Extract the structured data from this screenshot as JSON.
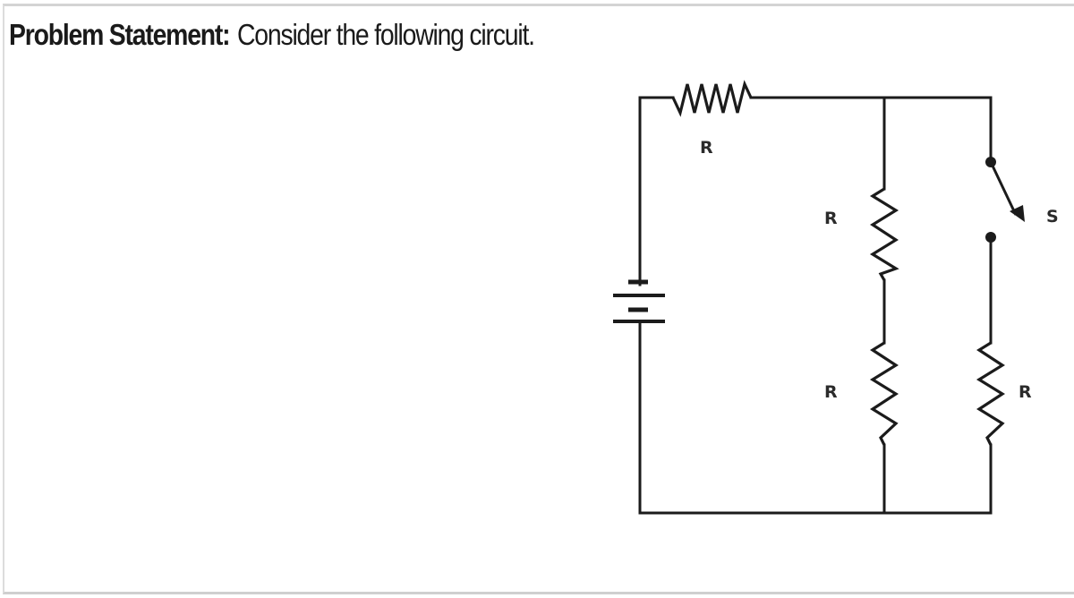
{
  "problem": {
    "label": "Problem Statement:",
    "text": "Consider the following circuit."
  },
  "circuit": {
    "components": [
      {
        "id": "R1",
        "type": "resistor",
        "label": "R",
        "location": "top wire, series with battery"
      },
      {
        "id": "R2",
        "type": "resistor",
        "label": "R",
        "location": "middle branch, upper"
      },
      {
        "id": "R3",
        "type": "resistor",
        "label": "R",
        "location": "middle branch, lower"
      },
      {
        "id": "R4",
        "type": "resistor",
        "label": "R",
        "location": "right branch, below switch"
      },
      {
        "id": "S",
        "type": "switch",
        "label": "S",
        "state": "open",
        "location": "right branch, upper"
      },
      {
        "id": "B",
        "type": "battery",
        "label": "",
        "location": "left wire"
      }
    ],
    "labels": {
      "r_top": "R",
      "r_mid_upper": "R",
      "r_mid_lower": "R",
      "r_right": "R",
      "switch": "S"
    }
  }
}
